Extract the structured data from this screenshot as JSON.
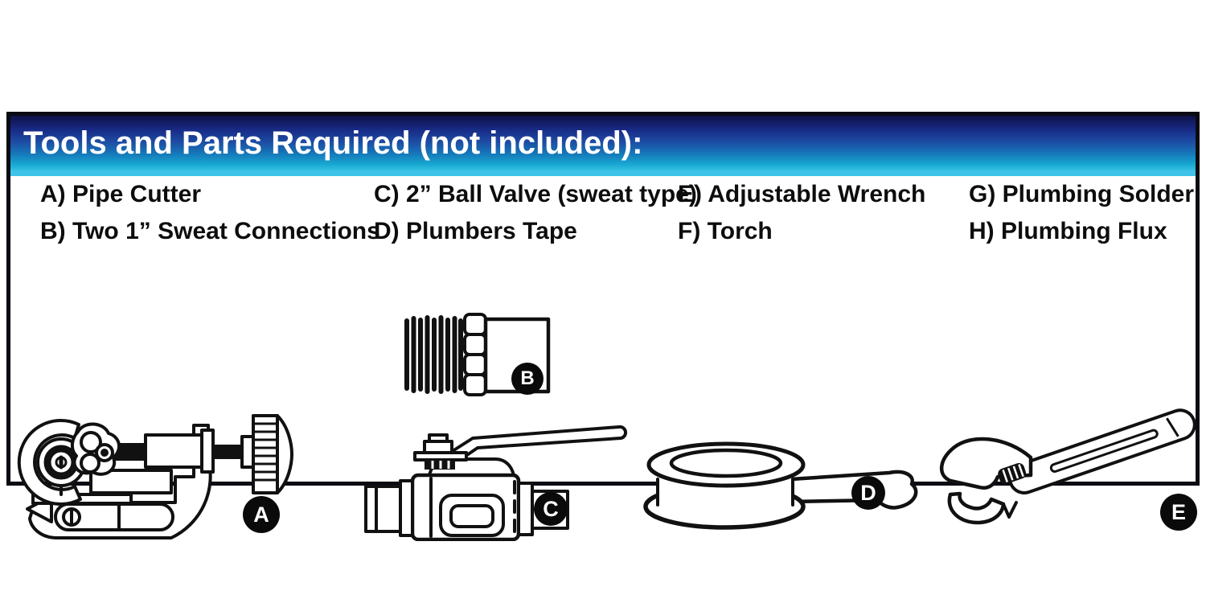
{
  "header": {
    "title": "Tools and Parts Required (not included):"
  },
  "parts_list": {
    "columns": [
      {
        "items": [
          {
            "label": "A) Pipe Cutter"
          },
          {
            "label": "B) Two 1” Sweat Connections"
          }
        ]
      },
      {
        "items": [
          {
            "label": "C) 2” Ball Valve (sweat type)"
          },
          {
            "label": "D) Plumbers Tape"
          }
        ]
      },
      {
        "items": [
          {
            "label": "E) Adjustable Wrench"
          },
          {
            "label": "F) Torch"
          }
        ]
      },
      {
        "items": [
          {
            "label": "G) Plumbing Solder"
          },
          {
            "label": "H) Plumbing Flux"
          }
        ]
      }
    ]
  },
  "figures": [
    {
      "badge": "A",
      "icon": "pipe-cutter-illustration"
    },
    {
      "badge": "B",
      "icon": "sweat-connection-illustration"
    },
    {
      "badge": "C",
      "icon": "ball-valve-illustration"
    },
    {
      "badge": "D",
      "icon": "plumbers-tape-illustration"
    },
    {
      "badge": "E",
      "icon": "adjustable-wrench-illustration"
    }
  ],
  "colors": {
    "header_gradient_top": "#0e1247",
    "header_gradient_mid": "#1d4da4",
    "header_gradient_bottom": "#33c0e2",
    "accent_strip": "#3fc3e8",
    "panel_border": "#0a0a12",
    "text": "#0d0d0d",
    "title_text": "#ffffff",
    "badge_bg": "#0a0a0a",
    "badge_text": "#ffffff"
  }
}
